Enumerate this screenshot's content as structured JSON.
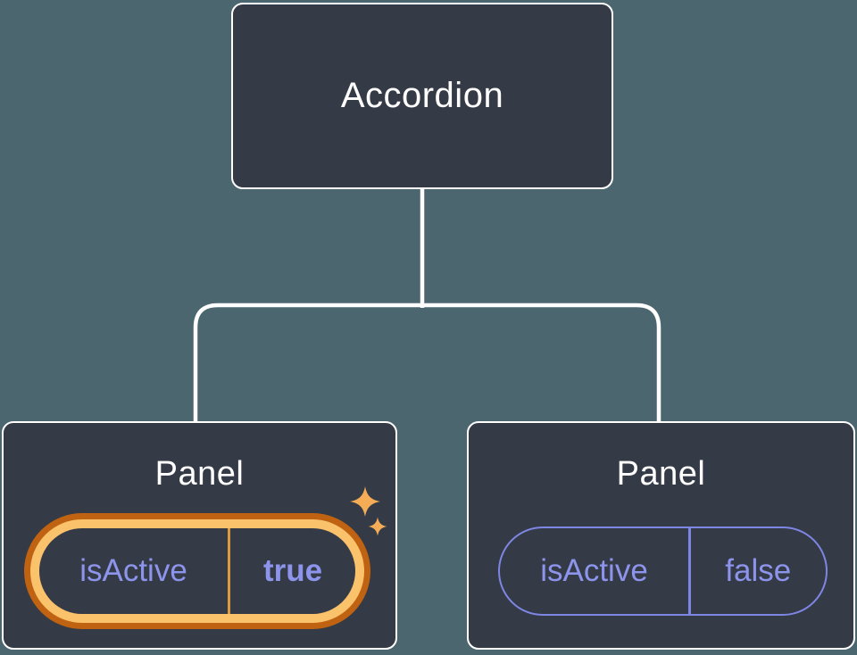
{
  "tree": {
    "root": {
      "label": "Accordion"
    },
    "children": [
      {
        "title": "Panel",
        "prop": {
          "name": "isActive",
          "value": "true"
        },
        "highlighted": true
      },
      {
        "title": "Panel",
        "prop": {
          "name": "isActive",
          "value": "false"
        },
        "highlighted": false
      }
    ]
  },
  "icons": {
    "sparkle": "four-point-star"
  },
  "colors": {
    "background": "#4c6670",
    "node_fill": "#343a46",
    "node_border": "#ffffff",
    "connector_line": "#ffffff",
    "prop_text": "#8d94ec",
    "pill_border": "#7e86e4",
    "highlight_ring_outer": "#bf6312",
    "highlight_ring_inner": "#fbc26c",
    "highlight_divider": "#dd9a3e",
    "sparkle": "#f4ad56"
  }
}
